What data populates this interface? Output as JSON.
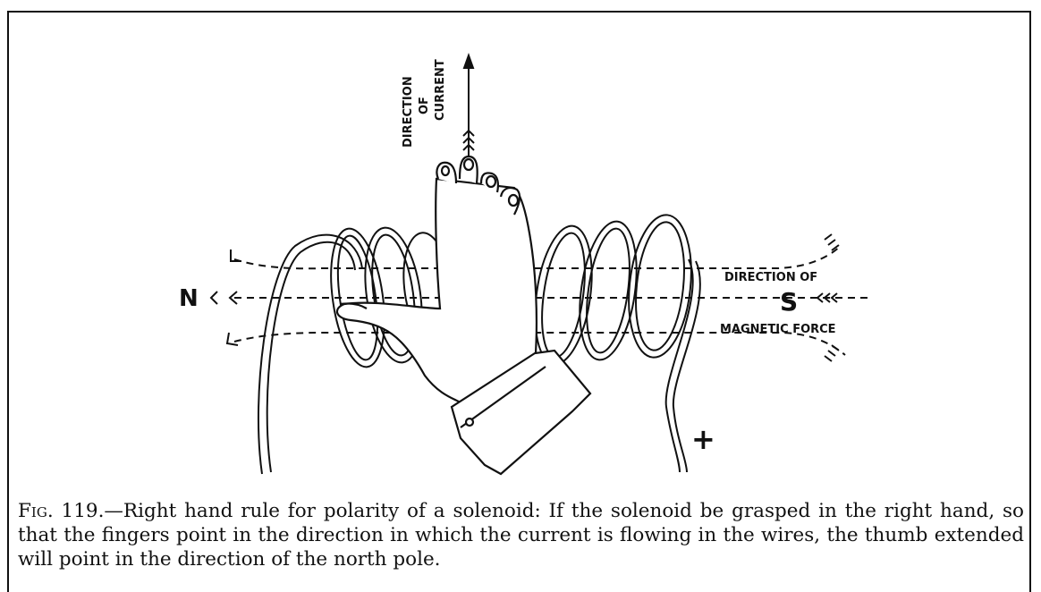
{
  "figure": {
    "labels": {
      "current_direction": [
        "DIRECTION",
        "OF",
        "CURRENT"
      ],
      "north_pole": "N",
      "south_pole": "S",
      "magnetic_force_top": "DIRECTION OF",
      "magnetic_force_bottom": "MAGNETIC FORCE",
      "plus_sign": "+"
    }
  },
  "caption": {
    "fig_label": "Fig.",
    "text": " 119.—Right hand rule for polarity of a solenoid: If the solenoid be grasped in the right hand, so that the fingers point in the direction in which the current is flowing in the wires, the thumb extended will point in the direction of the north pole."
  }
}
